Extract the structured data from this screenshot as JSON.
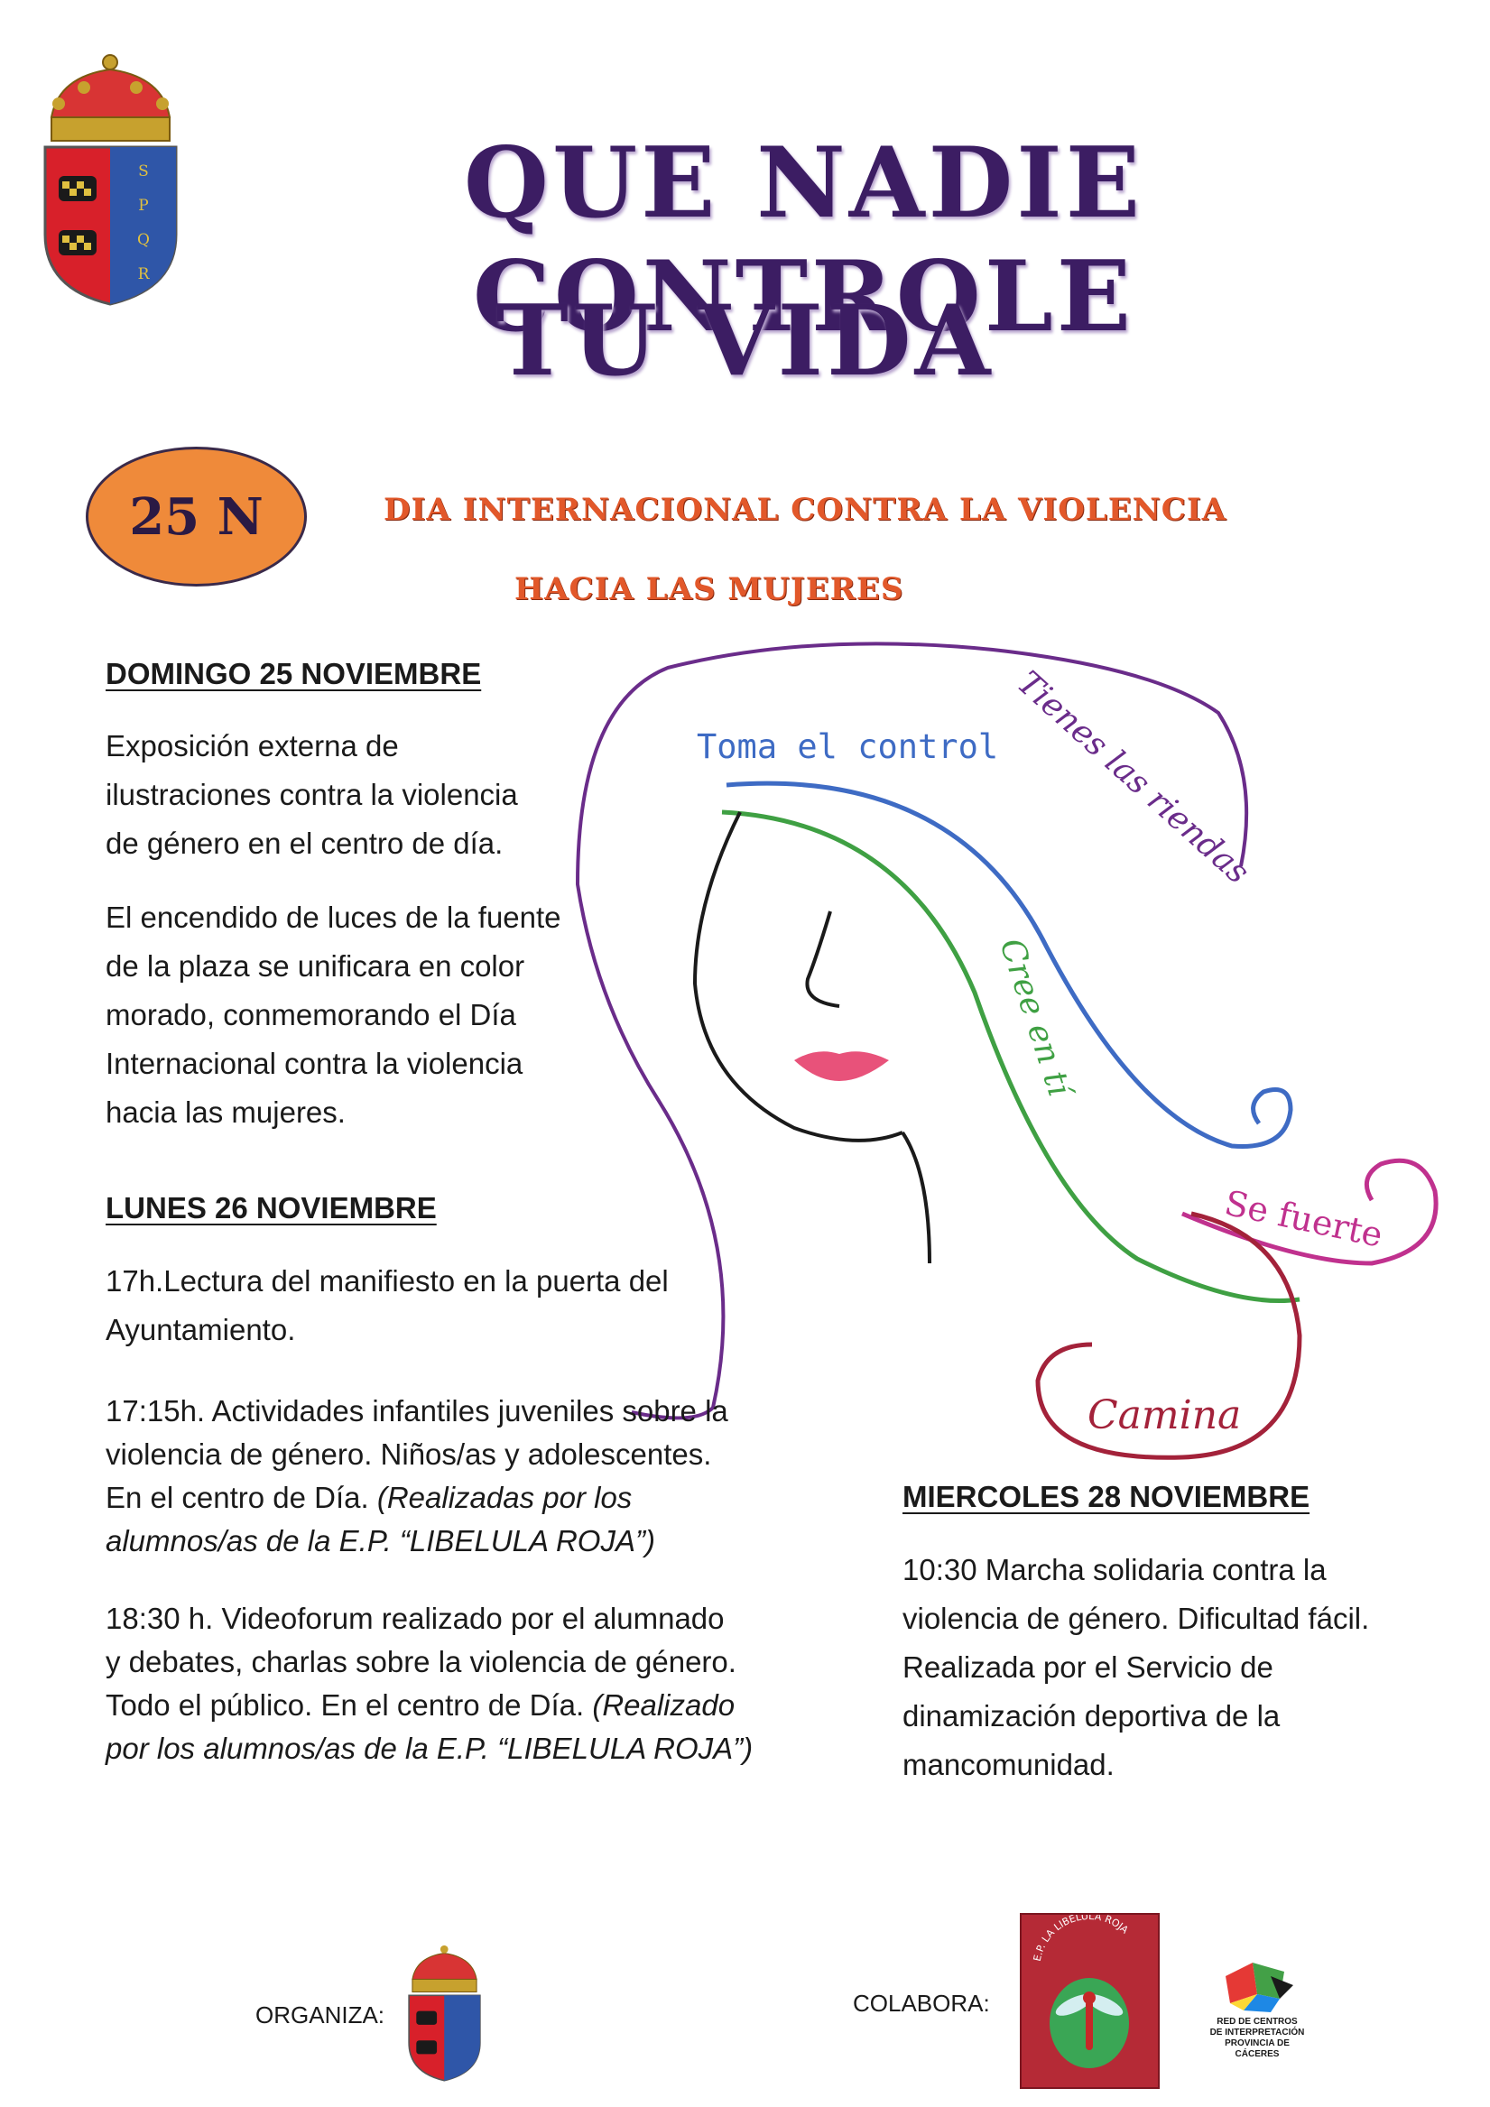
{
  "header": {
    "title_line1": "QUE NADIE CONTROLE",
    "title_line2": "TU VIDA",
    "crest_lettering": "SPQR"
  },
  "badge": {
    "text": "25 N",
    "color": "#ef8a3a"
  },
  "subtitle": {
    "line1": "DIA INTERNACIONAL CONTRA LA VIOLENCIA",
    "line2": "HACIA LAS MUJERES"
  },
  "illustration": {
    "phrases": {
      "toma": "Toma el control",
      "tienes": "Tienes las riendas",
      "cree": "Cree en tí",
      "fuerte": "Se fuerte",
      "camina": "Camina"
    },
    "colors": {
      "outline": "#6a2c8a",
      "blue": "#3e6bc4",
      "green": "#3fa043",
      "magenta": "#c0318e",
      "red": "#a3223a",
      "lips": "#e8527a"
    }
  },
  "domingo": {
    "heading": "DOMINGO 25 NOVIEMBRE",
    "p1": [
      "Exposición externa de",
      "ilustraciones contra la violencia",
      "de género en el centro de día."
    ],
    "p2": [
      "El encendido de luces de la fuente",
      "de la plaza se unificara en color",
      "morado, conmemorando el Día",
      "Internacional contra la violencia",
      "hacia las mujeres."
    ]
  },
  "lunes": {
    "heading": "LUNES 26  NOVIEMBRE",
    "p1": [
      "17h.Lectura del manifiesto en la puerta del",
      "Ayuntamiento."
    ],
    "p2": {
      "line1": "17:15h. Actividades infantiles juveniles sobre la",
      "line2": "violencia de género. Niños/as y adolescentes.",
      "line3": "En el centro de Día. ",
      "line3_italic": "(Realizadas por los",
      "line4_italic": "alumnos/as de la E.P. “LIBELULA ROJA”)"
    },
    "p3": {
      "line1": "18:30 h. Videoforum realizado por el alumnado",
      "line2": "y debates, charlas sobre la violencia de género.",
      "line3": "Todo el público. En el centro de Día. ",
      "line3_italic": "(Realizado",
      "line4_italic": "por los alumnos/as de la E.P. “LIBELULA ROJA”)"
    }
  },
  "miercoles": {
    "heading": "MIERCOLES 28 NOVIEMBRE",
    "p1": [
      "10:30 Marcha solidaria contra la",
      "violencia de género. Dificultad fácil.",
      "Realizada por el Servicio de",
      "dinamización deportiva de la",
      "mancomunidad."
    ]
  },
  "footer": {
    "organiza_label": "ORGANIZA:",
    "colabora_label": "COLABORA:",
    "libelula_logo_text": "E.P. LA LIBELULA ROJA",
    "red_logo_text": [
      "RED DE CENTROS",
      "DE INTERPRETACIÓN",
      "PROVINCIA DE CÁCERES"
    ]
  }
}
